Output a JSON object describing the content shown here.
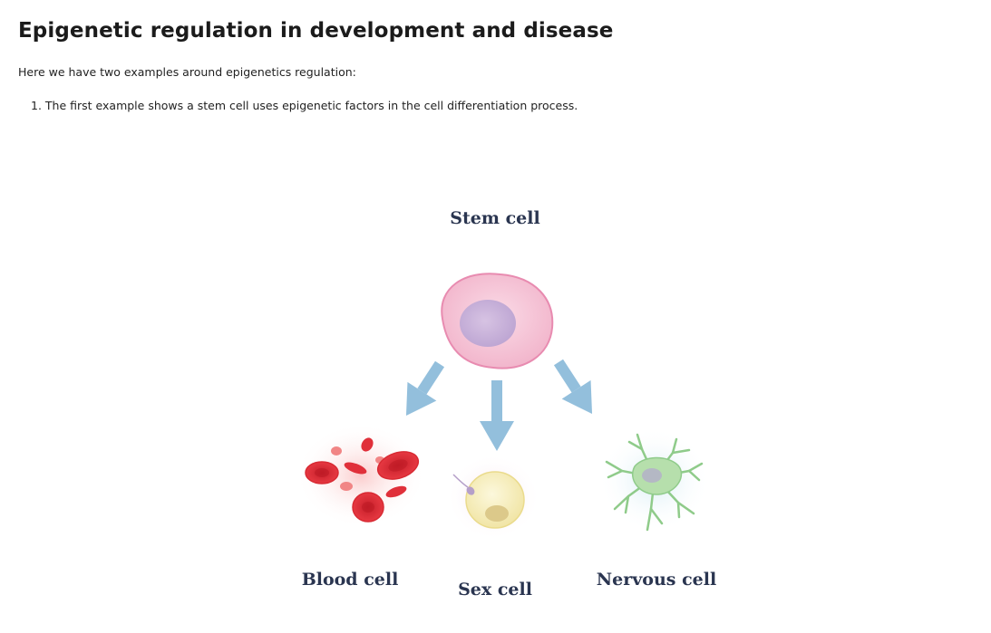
{
  "page": {
    "title": "Epigenetic regulation in development and disease",
    "intro": "Here we have two examples around epigenetics regulation:",
    "examples": [
      {
        "number": "1.",
        "text": "The first example shows a stem cell uses epigenetic factors in the cell differentiation process."
      }
    ]
  },
  "figure": {
    "stem_cell_label": "Stem cell",
    "blood_cell_label": "Blood cell",
    "sex_cell_label": "Sex cell",
    "nervous_cell_label": "Nervous cell",
    "colors": {
      "arrow": "#93bfdc",
      "stem_cell": "#f4bfd3",
      "blood_cell": "#e0303a",
      "sex_cell": "#f7efb8",
      "nervous_cell": "#a9d8a0",
      "label": "#2a3550"
    }
  }
}
